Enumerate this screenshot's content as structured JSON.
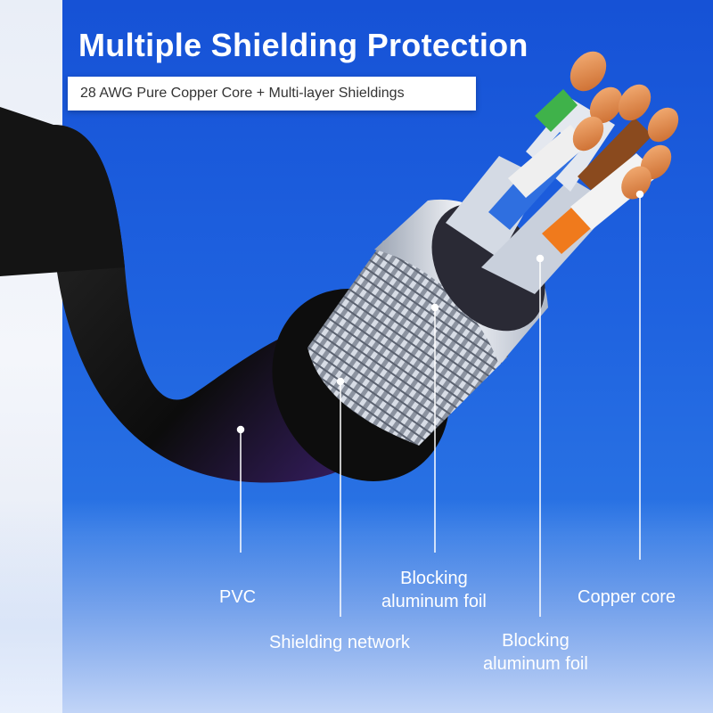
{
  "title": "Multiple Shielding Protection",
  "subtitle": "28 AWG Pure Copper Core + Multi-layer Shieldings",
  "labels": {
    "pvc": "PVC",
    "shielding_network": "Shielding network",
    "blocking_foil_inner": "Blocking\naluminum foil",
    "blocking_foil_outer": "Blocking\naluminum foil",
    "copper_core": "Copper core"
  },
  "colors": {
    "background": "#1f63e0",
    "cable_jacket": "#111111",
    "wire_blue": "#2f6fe0",
    "wire_orange": "#f07a1c",
    "wire_green": "#3fb24a",
    "wire_brown": "#8a4a1e",
    "copper": "#d9823a"
  }
}
